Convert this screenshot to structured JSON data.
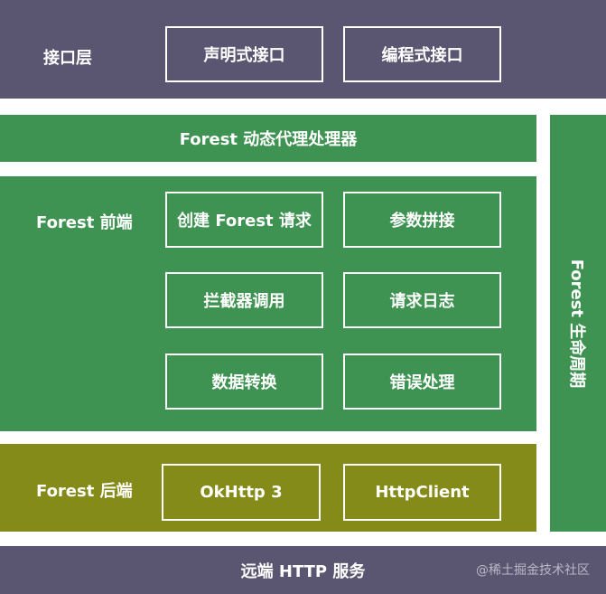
{
  "interface": {
    "title": "接口层",
    "items": [
      {
        "label": "声明式接口"
      },
      {
        "label": "编程式接口"
      }
    ]
  },
  "proxy": {
    "title": "Forest 动态代理处理器"
  },
  "frontend": {
    "title": "Forest 前端",
    "items": [
      {
        "label": "创建 Forest 请求"
      },
      {
        "label": "参数拼接"
      },
      {
        "label": "拦截器调用"
      },
      {
        "label": "请求日志"
      },
      {
        "label": "数据转换"
      },
      {
        "label": "错误处理"
      }
    ]
  },
  "backend": {
    "title": "Forest 后端",
    "items": [
      {
        "label": "OkHttp 3"
      },
      {
        "label": "HttpClient"
      }
    ]
  },
  "lifecycle": {
    "title": "Forest 生命周期"
  },
  "remote": {
    "title": "远端 HTTP 服务"
  },
  "watermark": {
    "text": "@稀土掘金技术社区"
  },
  "colors": {
    "interface_bg": "#5a5571",
    "frontend_bg": "#3f9352",
    "backend_bg": "#858b18",
    "border": "#ffffff",
    "text": "#ffffff"
  }
}
